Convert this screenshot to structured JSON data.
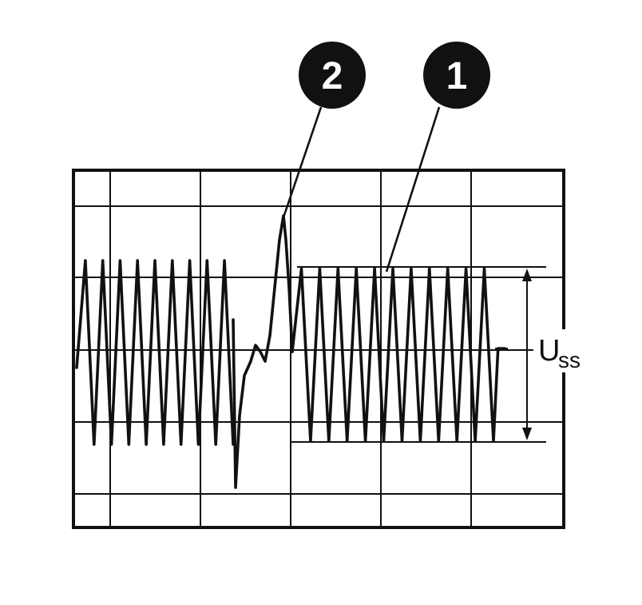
{
  "callouts": [
    {
      "number": "2"
    },
    {
      "number": "1"
    }
  ],
  "amplitude_label": {
    "main": "U",
    "subscript": "ss"
  },
  "colors": {
    "ink": "#111111",
    "background": "#ffffff"
  },
  "signal": {
    "segment_before": {
      "cycles": 9
    },
    "event": {
      "description_visible": false
    },
    "segment_after": {
      "cycles": 11
    }
  }
}
